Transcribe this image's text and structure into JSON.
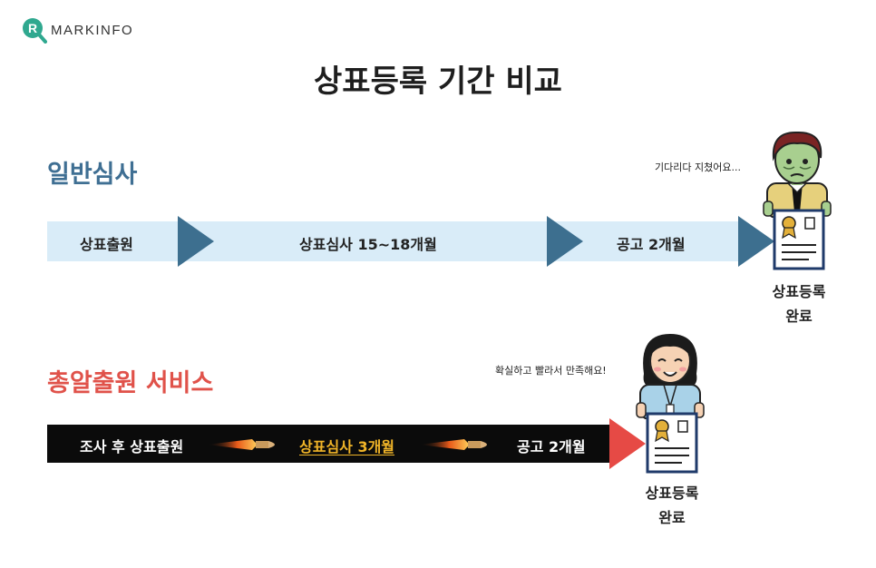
{
  "logo": {
    "letter": "R",
    "text": "MARKINFO"
  },
  "title": "상표등록 기간 비교",
  "general": {
    "label": "일반심사",
    "steps": [
      "상표출원",
      "상표심사 15~18개월",
      "공고 2개월"
    ],
    "speech": "기다리다 지쳤어요...",
    "done_line1": "상표등록",
    "done_line2": "완료"
  },
  "service": {
    "label": "총알출원 서비스",
    "steps": [
      "조사 후 상표출원",
      "상표심사 3개월",
      "공고 2개월"
    ],
    "speech": "확실하고 빨라서 만족해요!",
    "done_line1": "상표등록",
    "done_line2": "완료"
  },
  "colors": {
    "general_label": "#3f6f93",
    "general_bar": "#d9ecf8",
    "general_arrow": "#3d6f8f",
    "service_label": "#e0524a",
    "service_bar": "#0b0b0b",
    "service_arrow": "#e64a45",
    "highlight": "#f0b428",
    "logo": "#2fa88f"
  }
}
